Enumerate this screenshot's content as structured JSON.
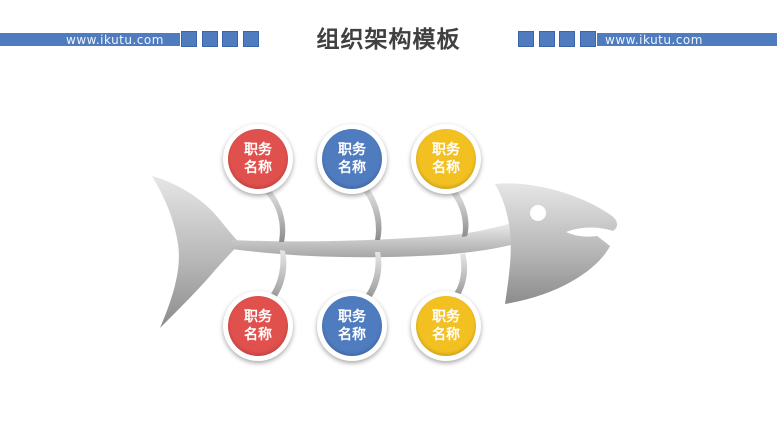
{
  "header": {
    "title": "组织架构模板",
    "watermark_left": "www.ikutu.com",
    "watermark_right": "www.ikutu.com",
    "accent_color": "#4f7bbf"
  },
  "diagram": {
    "type": "fishbone",
    "colors": {
      "red": "#e0504d",
      "blue": "#4f7bbf",
      "yellow": "#f2c021",
      "fish": "#b3b3b3"
    },
    "top_nodes": [
      {
        "line1": "职务",
        "line2": "名称",
        "color": "#e0504d"
      },
      {
        "line1": "职务",
        "line2": "名称",
        "color": "#4f7bbf"
      },
      {
        "line1": "职务",
        "line2": "名称",
        "color": "#f2c021"
      }
    ],
    "bottom_nodes": [
      {
        "line1": "职务",
        "line2": "名称",
        "color": "#e0504d"
      },
      {
        "line1": "职务",
        "line2": "名称",
        "color": "#4f7bbf"
      },
      {
        "line1": "职务",
        "line2": "名称",
        "color": "#f2c021"
      }
    ]
  }
}
